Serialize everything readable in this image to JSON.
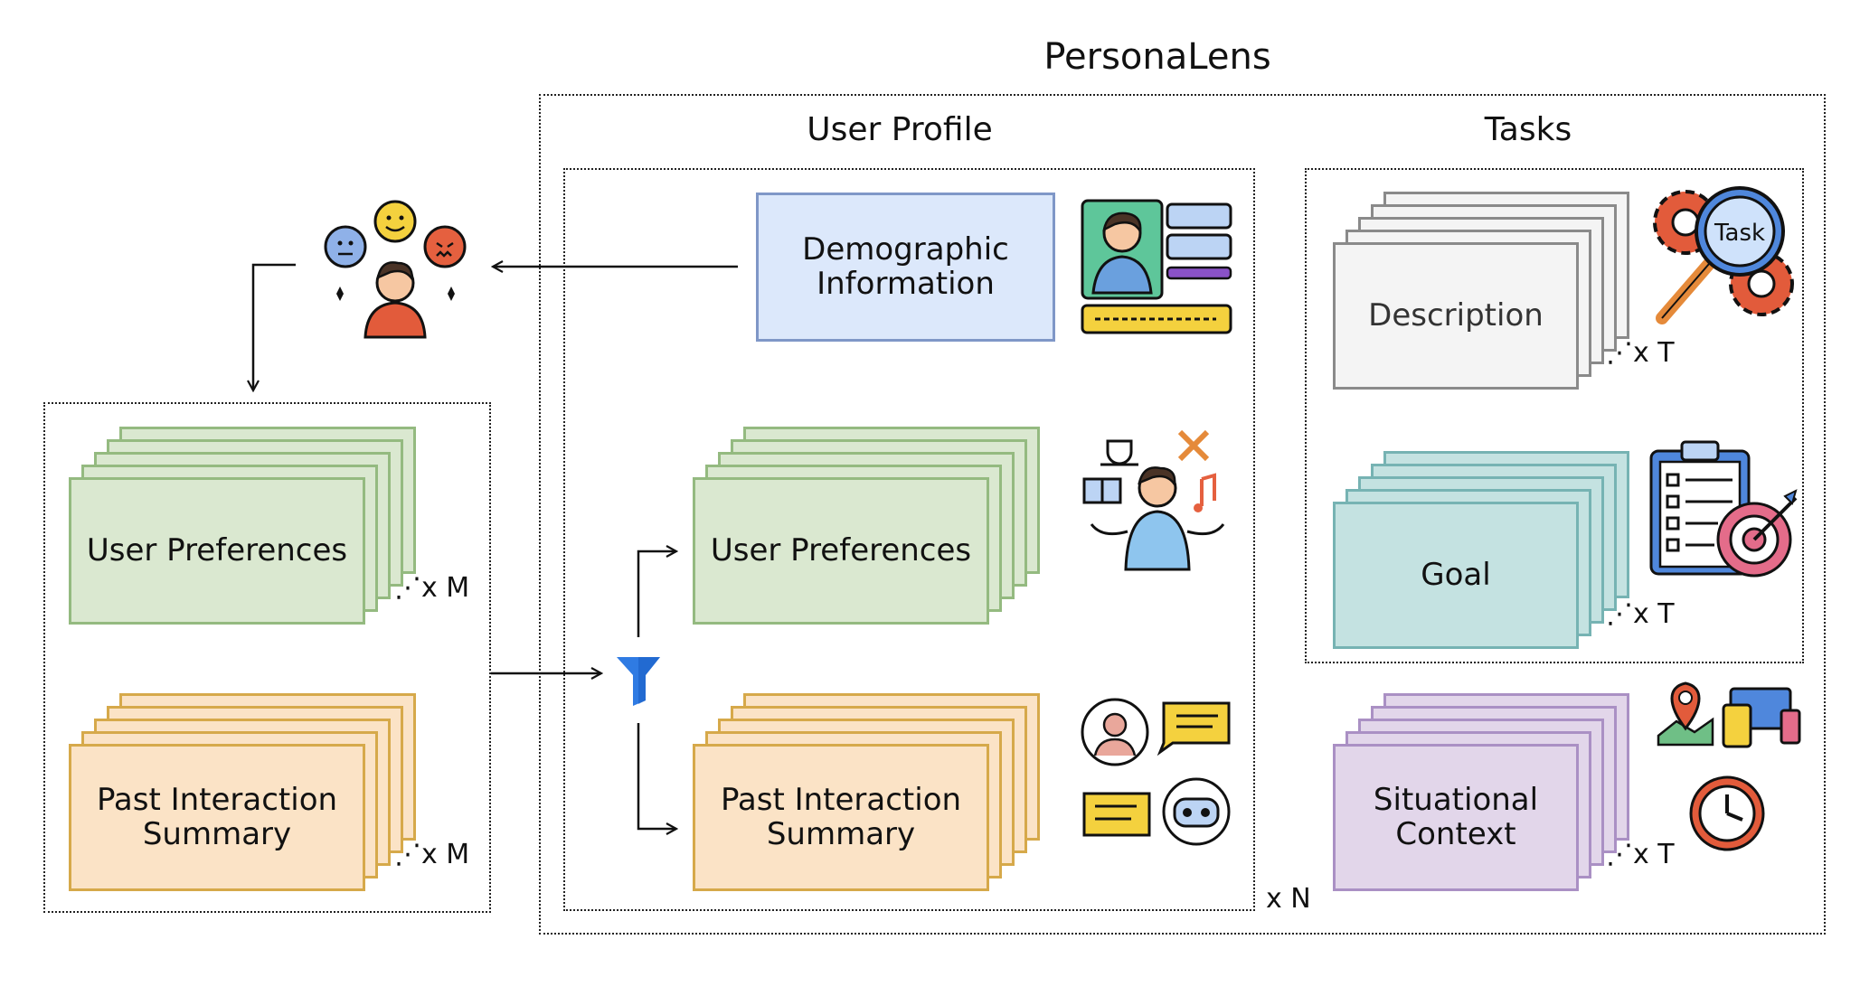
{
  "title": "PersonaLens",
  "user_profile": {
    "heading": "User Profile",
    "demographic": "Demographic\nInformation",
    "preferences": "User Preferences",
    "past_interaction": "Past Interaction\nSummary"
  },
  "tasks": {
    "heading": "Tasks",
    "description": "Description",
    "goal": "Goal",
    "situational_context": "Situational\nContext",
    "task_badge": "Task"
  },
  "left_pool": {
    "preferences": "User Preferences",
    "past_interaction": "Past Interaction\nSummary"
  },
  "multipliers": {
    "m1": "⋰x M",
    "m2": "⋰x M",
    "t1": "⋰x T",
    "t2": "⋰x T",
    "t3": "⋰x T",
    "n": "x N"
  },
  "colors": {
    "demographic_fill": "#dce8fb",
    "demographic_border": "#7f97c7",
    "pref_fill": "#dae8d0",
    "pref_border": "#94ba80",
    "past_fill": "#fbe3c6",
    "past_border": "#d6a94a",
    "desc_fill": "#f4f4f4",
    "desc_border": "#8a8a8a",
    "goal_fill": "#c4e2e1",
    "goal_border": "#76b3b3",
    "ctx_fill": "#e2d6ea",
    "ctx_border": "#aa90c4"
  }
}
